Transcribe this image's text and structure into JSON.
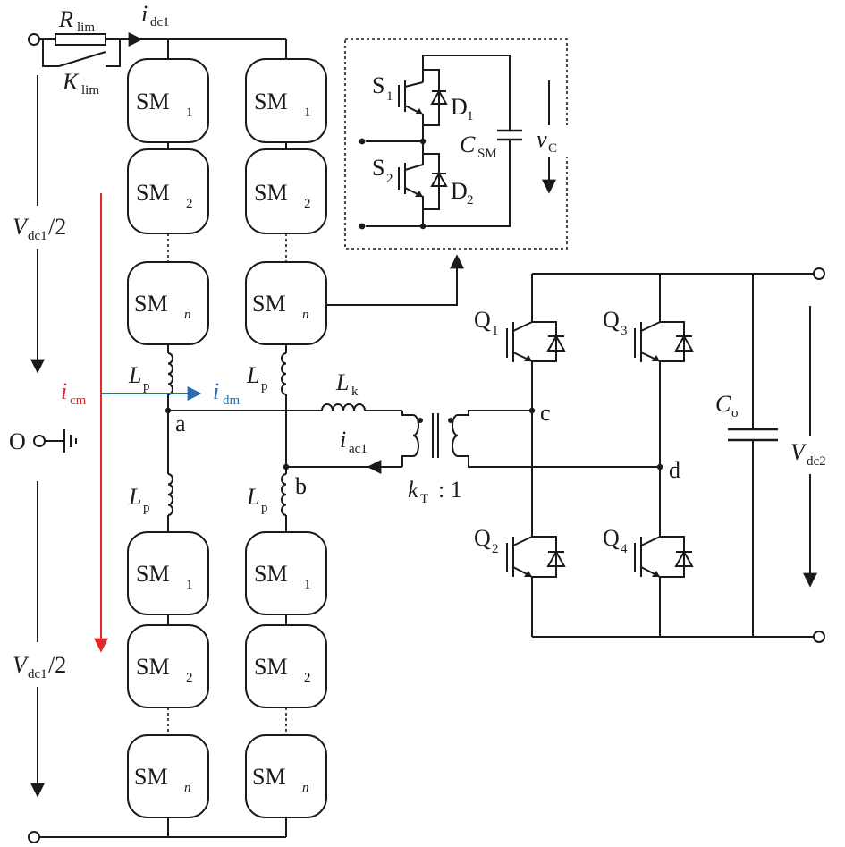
{
  "labels": {
    "r_lim": "R",
    "r_lim_sub": "lim",
    "k_lim": "K",
    "k_lim_sub": "lim",
    "i_dc1": "i",
    "i_dc1_sub": "dc1",
    "v_dc1_top": "V",
    "v_dc1_top_sub": "dc1",
    "v_dc1_top_tail": "/2",
    "v_dc1_bot": "V",
    "v_dc1_bot_sub": "dc1",
    "v_dc1_bot_tail": "/2",
    "o_node": "O",
    "i_cm": "i",
    "i_cm_sub": "cm",
    "i_dm": "i",
    "i_dm_sub": "dm",
    "node_a": "a",
    "node_b": "b",
    "node_c": "c",
    "node_d": "d",
    "lp": "L",
    "lp_sub": "p",
    "lk": "L",
    "lk_sub": "k",
    "i_ac1": "i",
    "i_ac1_sub": "ac1",
    "kt": "k",
    "kt_sub": "T",
    "kt_ratio": ": 1",
    "sm": "SM",
    "sm1_sub": "1",
    "sm2_sub": "2",
    "smn_sub": "n",
    "s1": "S",
    "s1_sub": "1",
    "s2": "S",
    "s2_sub": "2",
    "d1": "D",
    "d1_sub": "1",
    "d2": "D",
    "d2_sub": "2",
    "csm": "C",
    "csm_sub": "SM",
    "vc": "v",
    "vc_sub": "C",
    "q1": "Q",
    "q1_sub": "1",
    "q2": "Q",
    "q2_sub": "2",
    "q3": "Q",
    "q3_sub": "3",
    "q4": "Q",
    "q4_sub": "4",
    "co": "C",
    "co_sub": "o",
    "v_dc2": "V",
    "v_dc2_sub": "dc2"
  },
  "colors": {
    "wire": "#1a1a1a",
    "common_mode_arrow": "#e3262b",
    "diff_mode_arrow": "#2a6ab2"
  }
}
